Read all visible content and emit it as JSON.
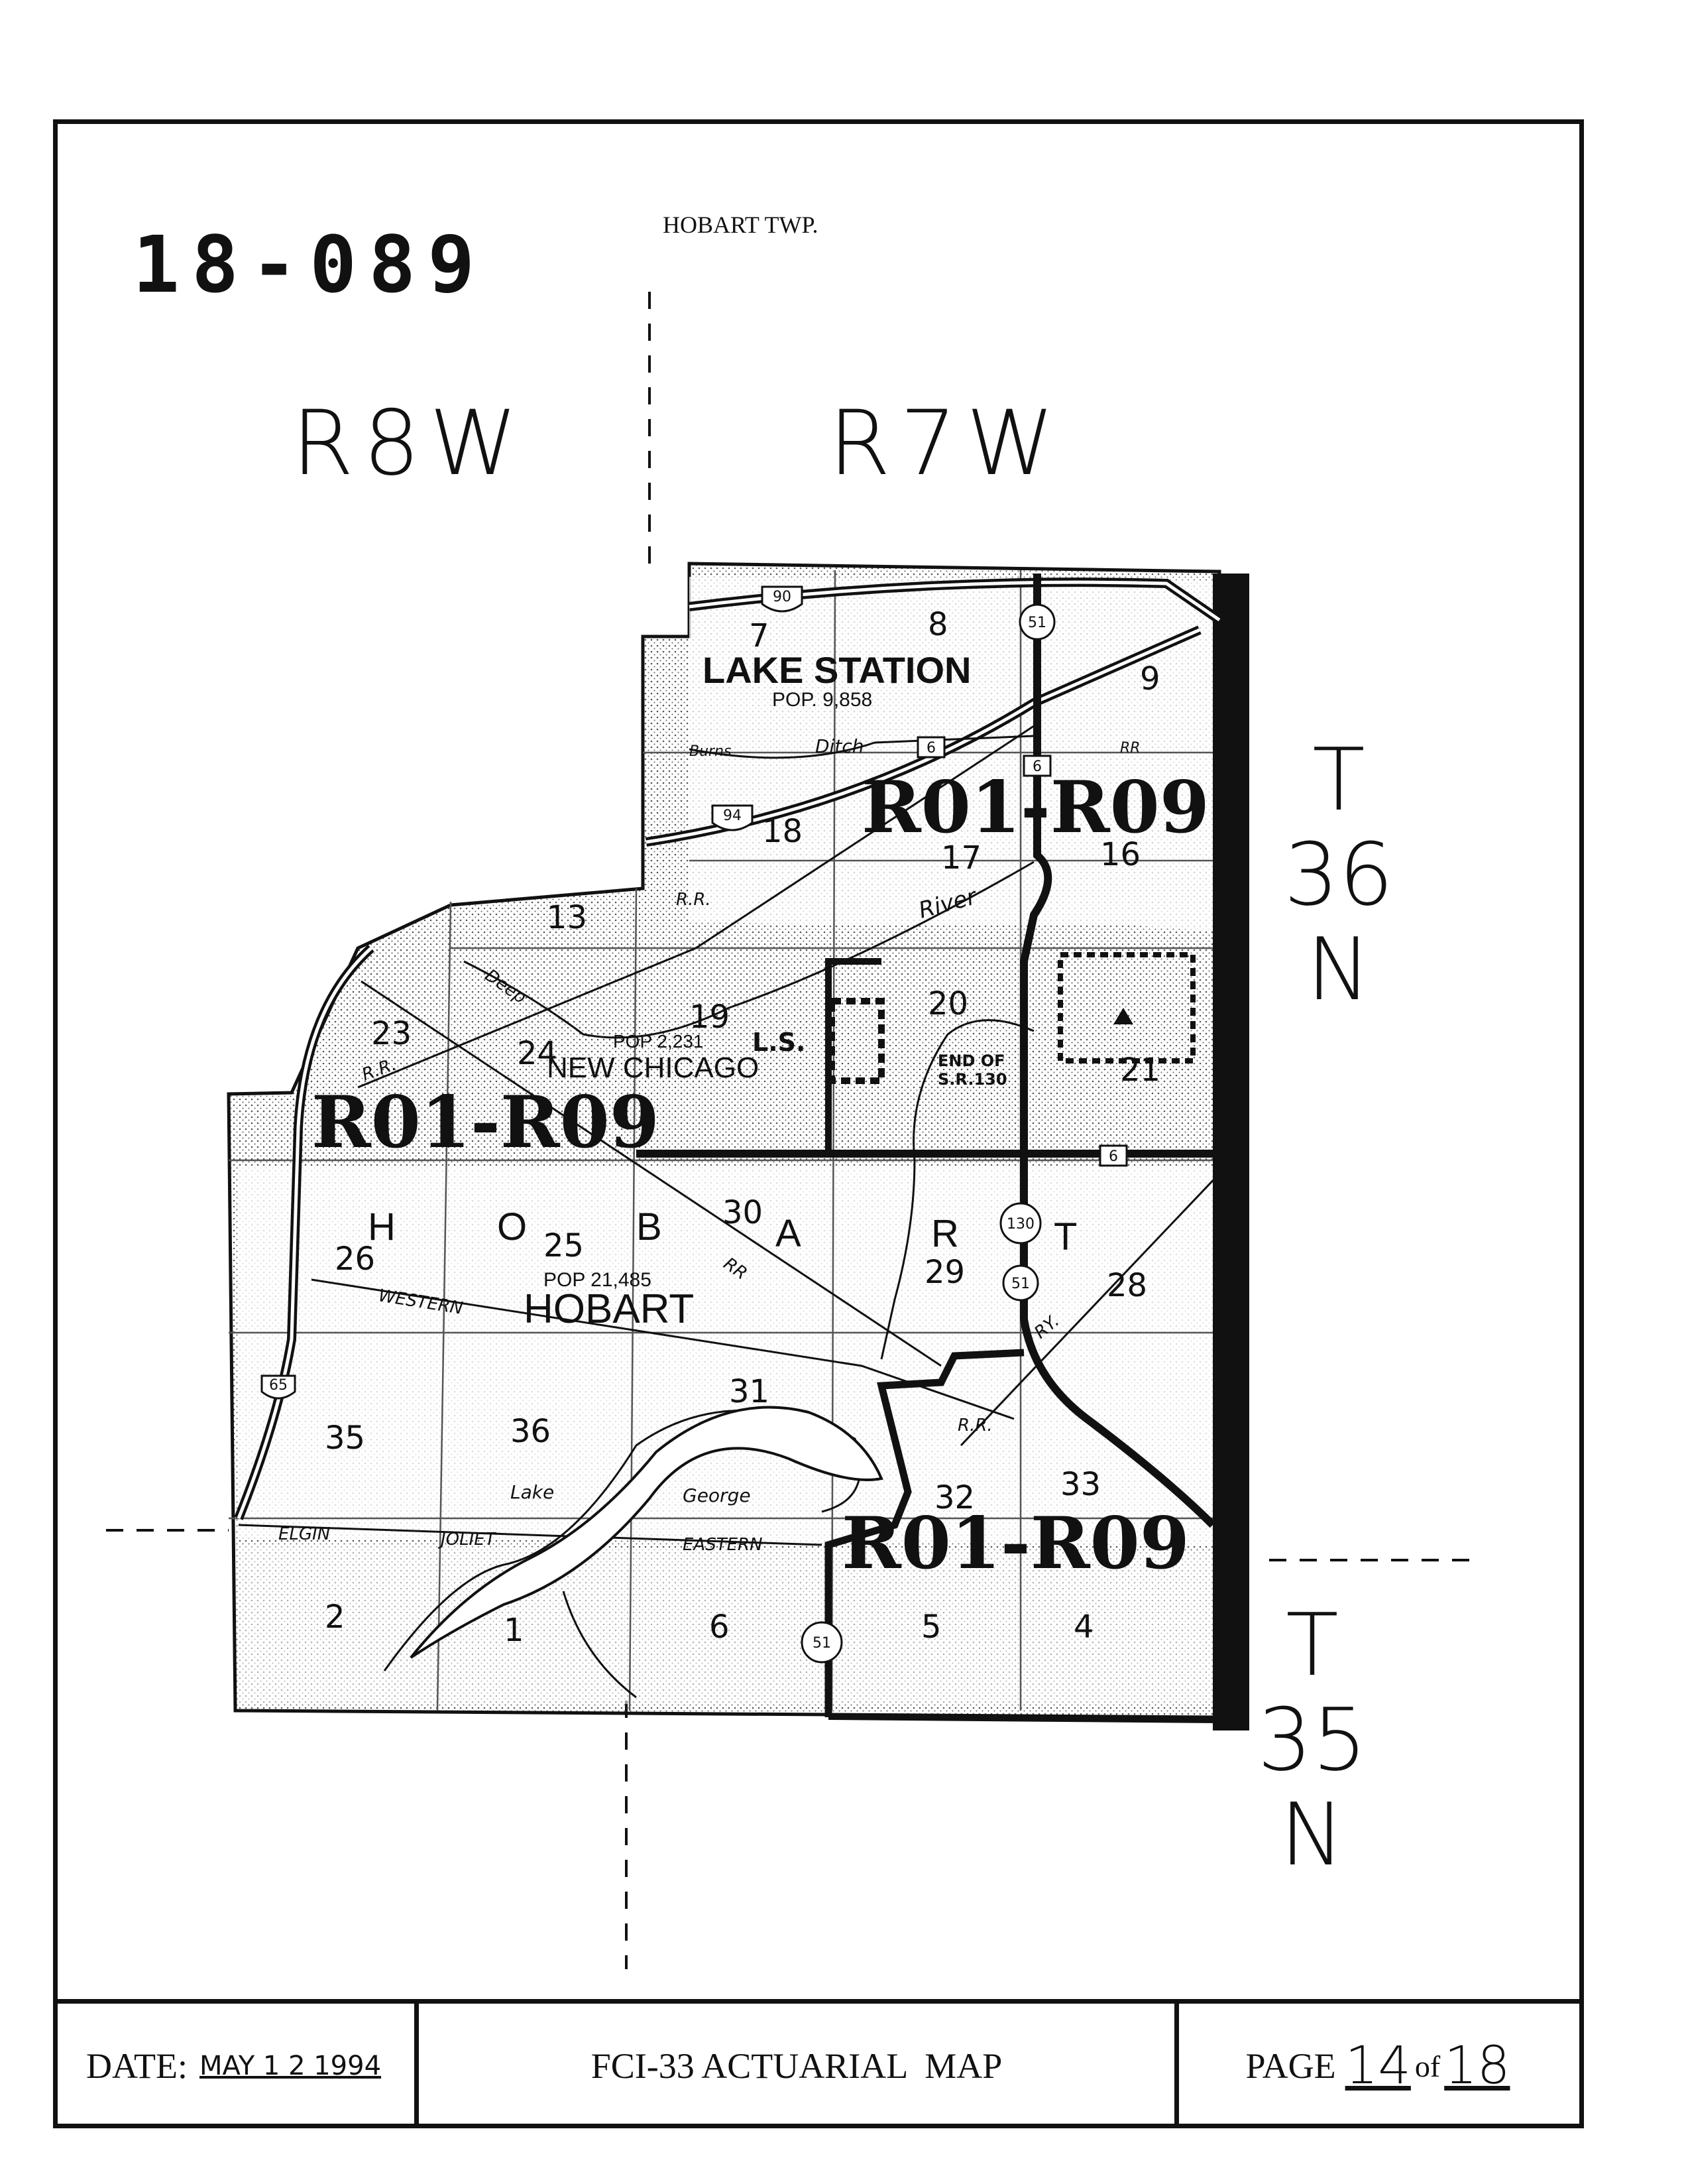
{
  "document": {
    "map_id": "18-089",
    "township_name": "HOBART TWP.",
    "ranges": [
      "R8W",
      "R7W"
    ],
    "townships": [
      {
        "num": "T",
        "val": "36",
        "dir": "N"
      },
      {
        "num": "T",
        "val": "35",
        "dir": "N"
      }
    ]
  },
  "map": {
    "places": [
      {
        "name": "LAKE STATION",
        "pop": "POP. 9,858"
      },
      {
        "name": "NEW CHICAGO",
        "pop": "POP 2,231"
      },
      {
        "name": "HOBART",
        "pop": "POP 21,485"
      }
    ],
    "township_letters": [
      "H",
      "O",
      "B",
      "A",
      "R",
      "T"
    ],
    "sections": [
      "7",
      "8",
      "9",
      "18",
      "17",
      "16",
      "13",
      "19",
      "20",
      "21",
      "23",
      "24",
      "25",
      "26",
      "30",
      "29",
      "28",
      "35",
      "36",
      "31",
      "33",
      "32",
      "2",
      "1",
      "6",
      "5",
      "4"
    ],
    "highways": [
      "90",
      "94",
      "65",
      "6",
      "6",
      "6",
      "51",
      "51",
      "51",
      "130"
    ],
    "labels": [
      "L.S.",
      "END OF",
      "S.R.130",
      "Burns",
      "Ditch",
      "Deep",
      "River",
      "R.R.",
      "RR",
      "R.R.",
      "RR",
      "R.R.",
      "RY.",
      "WESTERN",
      "ELGIN",
      "JOLIET",
      "EASTERN",
      "Lake",
      "George"
    ],
    "rate_codes": [
      "R01-R09",
      "R01-R09",
      "R01-R09"
    ]
  },
  "footer": {
    "date_label": "DATE:",
    "date_value": "MAY 1 2 1994",
    "title": "FCI-33 ACTUARIAL  MAP",
    "page_label": "PAGE",
    "page_num": "14",
    "of_label": "of",
    "page_total": "18"
  },
  "colors": {
    "ink": "#111111",
    "stipple": "#cfcfcf",
    "paper": "#ffffff"
  }
}
